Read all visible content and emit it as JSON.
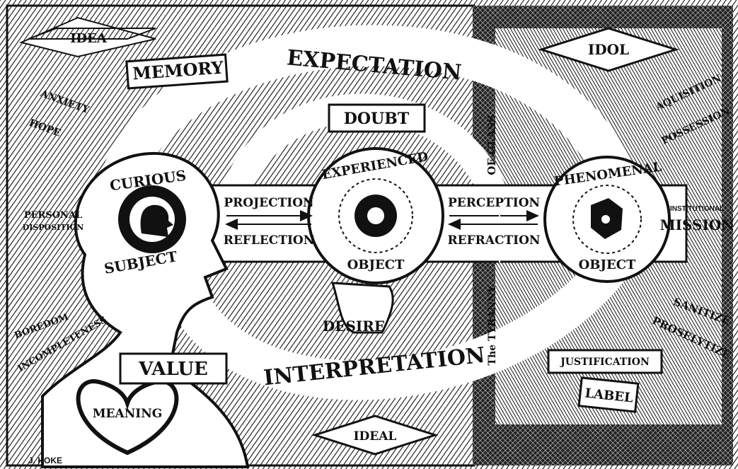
{
  "labels": {
    "idea": "IDEA",
    "memory": "MEMORY",
    "expectation": "EXPECTATION",
    "idol": "IDOL",
    "anxiety": "ANXIETY",
    "hope": "HOPE",
    "doubt": "DOUBT",
    "of_glass": "OF GLASS",
    "aquisition": "AQUISITION",
    "possession": "POSSESSION",
    "curious": "CURIOUS",
    "subject": "SUBJECT",
    "projection": "PROJECTION",
    "reflection": "REFLECTION",
    "experienced": "EXPERIENCED",
    "object_1": "OBJECT",
    "perception": "PERCEPTION",
    "refraction": "REFRACTION",
    "phenomenal": "PHENOMENAL",
    "object_2": "OBJECT",
    "personal": "PERSONAL",
    "disposition": "DISPOSITION",
    "institutional": "INSTITUTIONAL",
    "mission": "MISSION",
    "the_tyranny": "The TYRANNY",
    "boredom": "BOREDOM",
    "incompleteness": "INCOMPLETENESS",
    "desire": "DESIRE",
    "sanitize": "SANITIZE",
    "proselytize": "PROSELYTIZE",
    "value": "VALUE",
    "interpretation": "INTERPRETATION",
    "justification": "JUSTIFICATION",
    "label": "LABEL",
    "meaning": "MEANING",
    "ideal": "IDEAL",
    "signature": "J. HOKE"
  }
}
